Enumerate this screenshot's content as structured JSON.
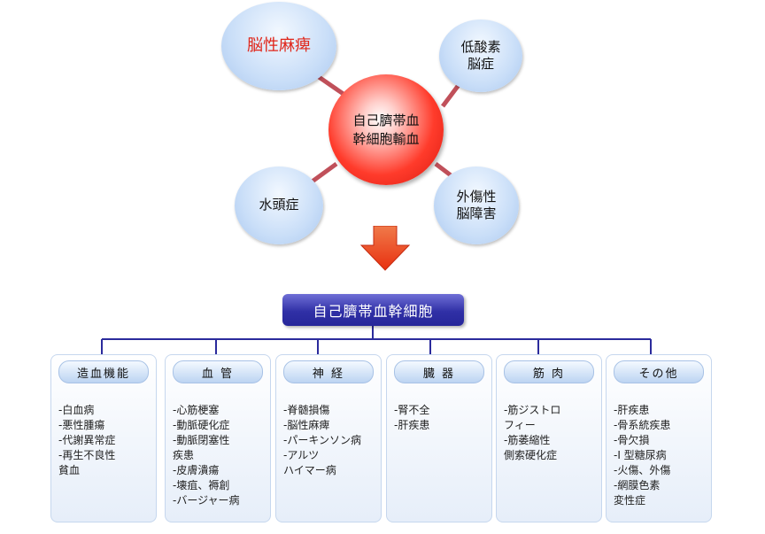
{
  "top_diagram": {
    "center": "自己臍帯血\n幹細胞輸血",
    "satellites": [
      {
        "id": "cerebral-palsy",
        "label": "脳性麻痺"
      },
      {
        "id": "hypoxic",
        "label": "低酸素\n脳症"
      },
      {
        "id": "hydrocephalus",
        "label": "水頭症"
      },
      {
        "id": "trauma",
        "label": "外傷性\n脳障害"
      }
    ]
  },
  "chart_title": "自己臍帯血幹細胞",
  "columns": [
    {
      "head": "造血機能",
      "items": [
        "-白血病",
        "-悪性腫瘍",
        "-代謝異常症",
        "-再生不良性",
        "貧血"
      ]
    },
    {
      "head": "血 管",
      "items": [
        "-心筋梗塞",
        "-動脈硬化症",
        "-動脈閉塞性",
        "疾患",
        "-皮膚潰瘍",
        "-壊疽、褥創",
        "-バージャー病"
      ]
    },
    {
      "head": "神 経",
      "items": [
        "-脊髄損傷",
        "-脳性麻痺",
        "-パーキンソン病",
        "-アルツ",
        "ハイマー病"
      ]
    },
    {
      "head": "臓 器",
      "items": [
        "-腎不全",
        "-肝疾患"
      ]
    },
    {
      "head": "筋 肉",
      "items": [
        "-筋ジストロ",
        "フィー",
        "-筋萎縮性",
        "側索硬化症"
      ]
    },
    {
      "head": "その他",
      "items": [
        "-肝疾患",
        "-骨系統疾患",
        "-骨欠損",
        "-I 型糖尿病",
        "-火傷、外傷",
        "-網膜色素",
        "変性症"
      ]
    }
  ],
  "colors": {
    "connector": "#c0505a",
    "tree_line": "#2b2b9c",
    "arrow": "#e8300f"
  }
}
